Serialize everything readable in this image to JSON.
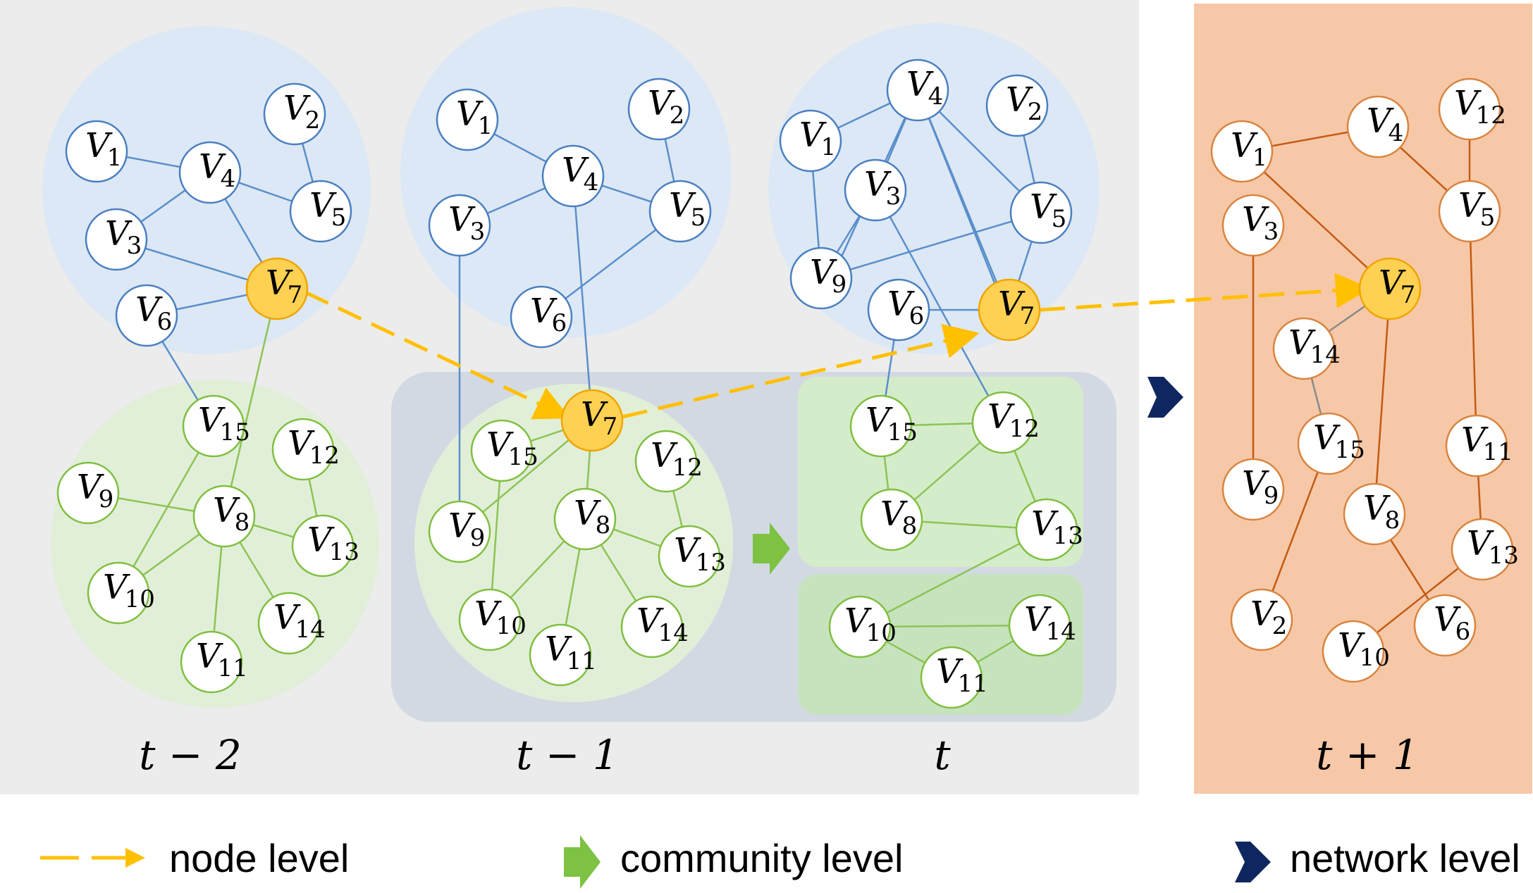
{
  "colors": {
    "panel_gray": "#ececec",
    "panel_orange": "#f6c8a8",
    "community_blue": "#dce8f5",
    "community_green": "#e2efd8",
    "box_slate": "#d3d9e3",
    "box_green_light": "#d4ecca",
    "box_green_dark": "#c7e3bd",
    "edge_blue": "#5b8fcb",
    "edge_green": "#8cc456",
    "edge_orange": "#c55a11",
    "edge_gray": "#8a8a8a",
    "node_stroke_blue": "#4a7fc1",
    "node_stroke_green": "#7fbf3f",
    "node_stroke_orange": "#d9843e",
    "highlight_fill": "#ffd152",
    "highlight_stroke": "#f0a500",
    "arrow_orange": "#ffc000",
    "arrow_green": "#7dc242",
    "arrow_navy": "#0f2760"
  },
  "time_labels": {
    "t_minus_2": "t − 2",
    "t_minus_1": "t − 1",
    "t": "t",
    "t_plus_1": "t + 1"
  },
  "legend": {
    "node_level": "node level",
    "community_level": "community level",
    "network_level": "network level"
  },
  "nodes": {
    "t_minus_2": [
      {
        "id": "V",
        "sub": "1",
        "style": "blue"
      },
      {
        "id": "V",
        "sub": "2",
        "style": "blue"
      },
      {
        "id": "V",
        "sub": "3",
        "style": "blue"
      },
      {
        "id": "V",
        "sub": "4",
        "style": "blue"
      },
      {
        "id": "V",
        "sub": "5",
        "style": "blue"
      },
      {
        "id": "V",
        "sub": "6",
        "style": "blue"
      },
      {
        "id": "V",
        "sub": "7",
        "style": "highlight"
      },
      {
        "id": "V",
        "sub": "15",
        "style": "green"
      },
      {
        "id": "V",
        "sub": "12",
        "style": "green"
      },
      {
        "id": "V",
        "sub": "9",
        "style": "green"
      },
      {
        "id": "V",
        "sub": "8",
        "style": "green"
      },
      {
        "id": "V",
        "sub": "13",
        "style": "green"
      },
      {
        "id": "V",
        "sub": "10",
        "style": "green"
      },
      {
        "id": "V",
        "sub": "14",
        "style": "green"
      },
      {
        "id": "V",
        "sub": "11",
        "style": "green"
      }
    ],
    "t_minus_1": [
      {
        "id": "V",
        "sub": "1",
        "style": "blue"
      },
      {
        "id": "V",
        "sub": "2",
        "style": "blue"
      },
      {
        "id": "V",
        "sub": "3",
        "style": "blue"
      },
      {
        "id": "V",
        "sub": "4",
        "style": "blue"
      },
      {
        "id": "V",
        "sub": "5",
        "style": "blue"
      },
      {
        "id": "V",
        "sub": "6",
        "style": "blue"
      },
      {
        "id": "V",
        "sub": "7",
        "style": "highlight"
      },
      {
        "id": "V",
        "sub": "15",
        "style": "green"
      },
      {
        "id": "V",
        "sub": "12",
        "style": "green"
      },
      {
        "id": "V",
        "sub": "9",
        "style": "green"
      },
      {
        "id": "V",
        "sub": "8",
        "style": "green"
      },
      {
        "id": "V",
        "sub": "13",
        "style": "green"
      },
      {
        "id": "V",
        "sub": "10",
        "style": "green"
      },
      {
        "id": "V",
        "sub": "14",
        "style": "green"
      },
      {
        "id": "V",
        "sub": "11",
        "style": "green"
      }
    ],
    "t": [
      {
        "id": "V",
        "sub": "4",
        "style": "blue"
      },
      {
        "id": "V",
        "sub": "2",
        "style": "blue"
      },
      {
        "id": "V",
        "sub": "1",
        "style": "blue"
      },
      {
        "id": "V",
        "sub": "3",
        "style": "blue"
      },
      {
        "id": "V",
        "sub": "5",
        "style": "blue"
      },
      {
        "id": "V",
        "sub": "9",
        "style": "blue"
      },
      {
        "id": "V",
        "sub": "6",
        "style": "blue"
      },
      {
        "id": "V",
        "sub": "7",
        "style": "highlight"
      },
      {
        "id": "V",
        "sub": "15",
        "style": "green"
      },
      {
        "id": "V",
        "sub": "12",
        "style": "green"
      },
      {
        "id": "V",
        "sub": "8",
        "style": "green"
      },
      {
        "id": "V",
        "sub": "13",
        "style": "green"
      },
      {
        "id": "V",
        "sub": "10",
        "style": "green"
      },
      {
        "id": "V",
        "sub": "14",
        "style": "green"
      },
      {
        "id": "V",
        "sub": "11",
        "style": "green"
      }
    ],
    "t_plus_1": [
      {
        "id": "V",
        "sub": "1",
        "style": "orange"
      },
      {
        "id": "V",
        "sub": "4",
        "style": "orange"
      },
      {
        "id": "V",
        "sub": "12",
        "style": "orange"
      },
      {
        "id": "V",
        "sub": "3",
        "style": "orange"
      },
      {
        "id": "V",
        "sub": "5",
        "style": "orange"
      },
      {
        "id": "V",
        "sub": "7",
        "style": "highlight"
      },
      {
        "id": "V",
        "sub": "14",
        "style": "orange"
      },
      {
        "id": "V",
        "sub": "15",
        "style": "orange"
      },
      {
        "id": "V",
        "sub": "11",
        "style": "orange"
      },
      {
        "id": "V",
        "sub": "9",
        "style": "orange"
      },
      {
        "id": "V",
        "sub": "8",
        "style": "orange"
      },
      {
        "id": "V",
        "sub": "13",
        "style": "orange"
      },
      {
        "id": "V",
        "sub": "2",
        "style": "orange"
      },
      {
        "id": "V",
        "sub": "6",
        "style": "orange"
      },
      {
        "id": "V",
        "sub": "10",
        "style": "orange"
      }
    ]
  }
}
